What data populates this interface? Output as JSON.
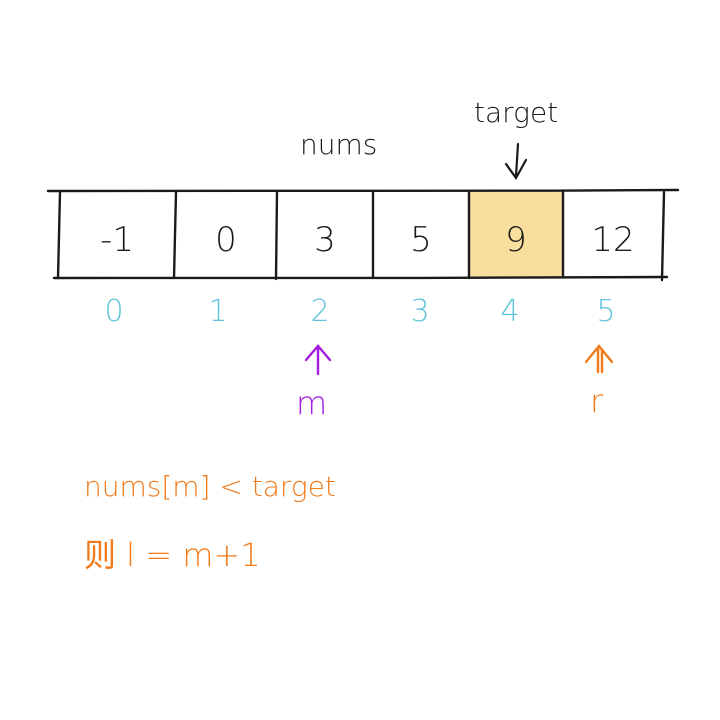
{
  "labels": {
    "nums": "nums",
    "target": "target",
    "m": "m",
    "r": "r"
  },
  "array": {
    "values": [
      "-1",
      "0",
      "3",
      "5",
      "9",
      "12"
    ],
    "indices": [
      "0",
      "1",
      "2",
      "3",
      "4",
      "5"
    ],
    "highlight_index": 4
  },
  "notes": {
    "line1": "nums[m] < target",
    "line2": "则 l = m+1"
  },
  "colors": {
    "ink": "#1a1a1a",
    "highlight_fill": "#f9df9e",
    "index": "#5ec3da",
    "m_marker": "#a21de0",
    "r_marker": "#f07a1a",
    "note": "#f07a1a"
  }
}
